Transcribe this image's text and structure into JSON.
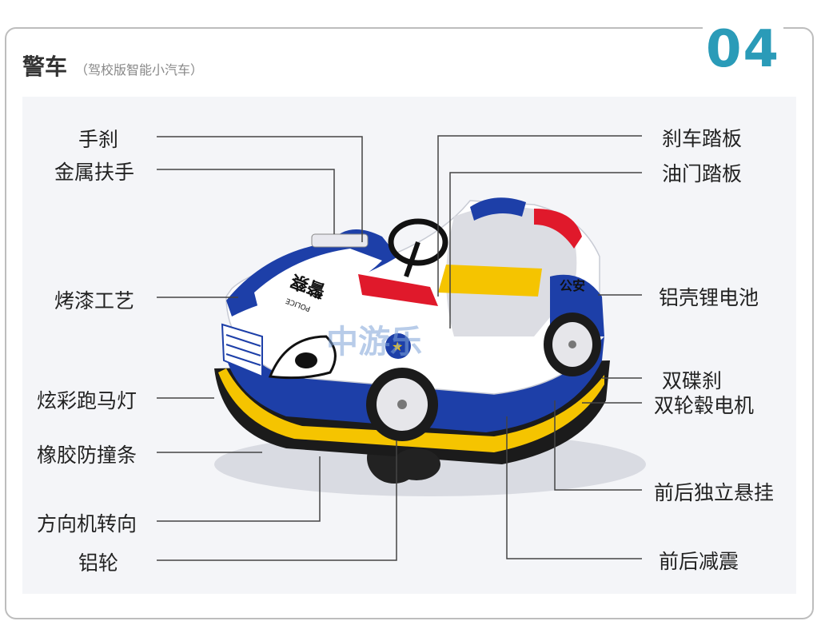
{
  "badge": "04",
  "header": {
    "title": "警车",
    "subtitle": "（驾校版智能小汽车）"
  },
  "watermark": "中游乐",
  "car": {
    "hood_text": "警察",
    "hood_subtext": "POLICE",
    "side_text": "公安"
  },
  "labels_left": [
    "手刹",
    "金属扶手",
    "烤漆工艺",
    "炫彩跑马灯",
    "橡胶防撞条",
    "方向机转向",
    "铝轮"
  ],
  "labels_right": [
    "刹车踏板",
    "油门踏板",
    "铝壳锂电池",
    "双碟刹",
    "双轮毂电机",
    "前后独立悬挂",
    "前后减震"
  ],
  "colors": {
    "accent": "#2a9bb8",
    "car_blue": "#1d3fa8",
    "car_red": "#e0192b",
    "car_yellow": "#f5c400"
  }
}
